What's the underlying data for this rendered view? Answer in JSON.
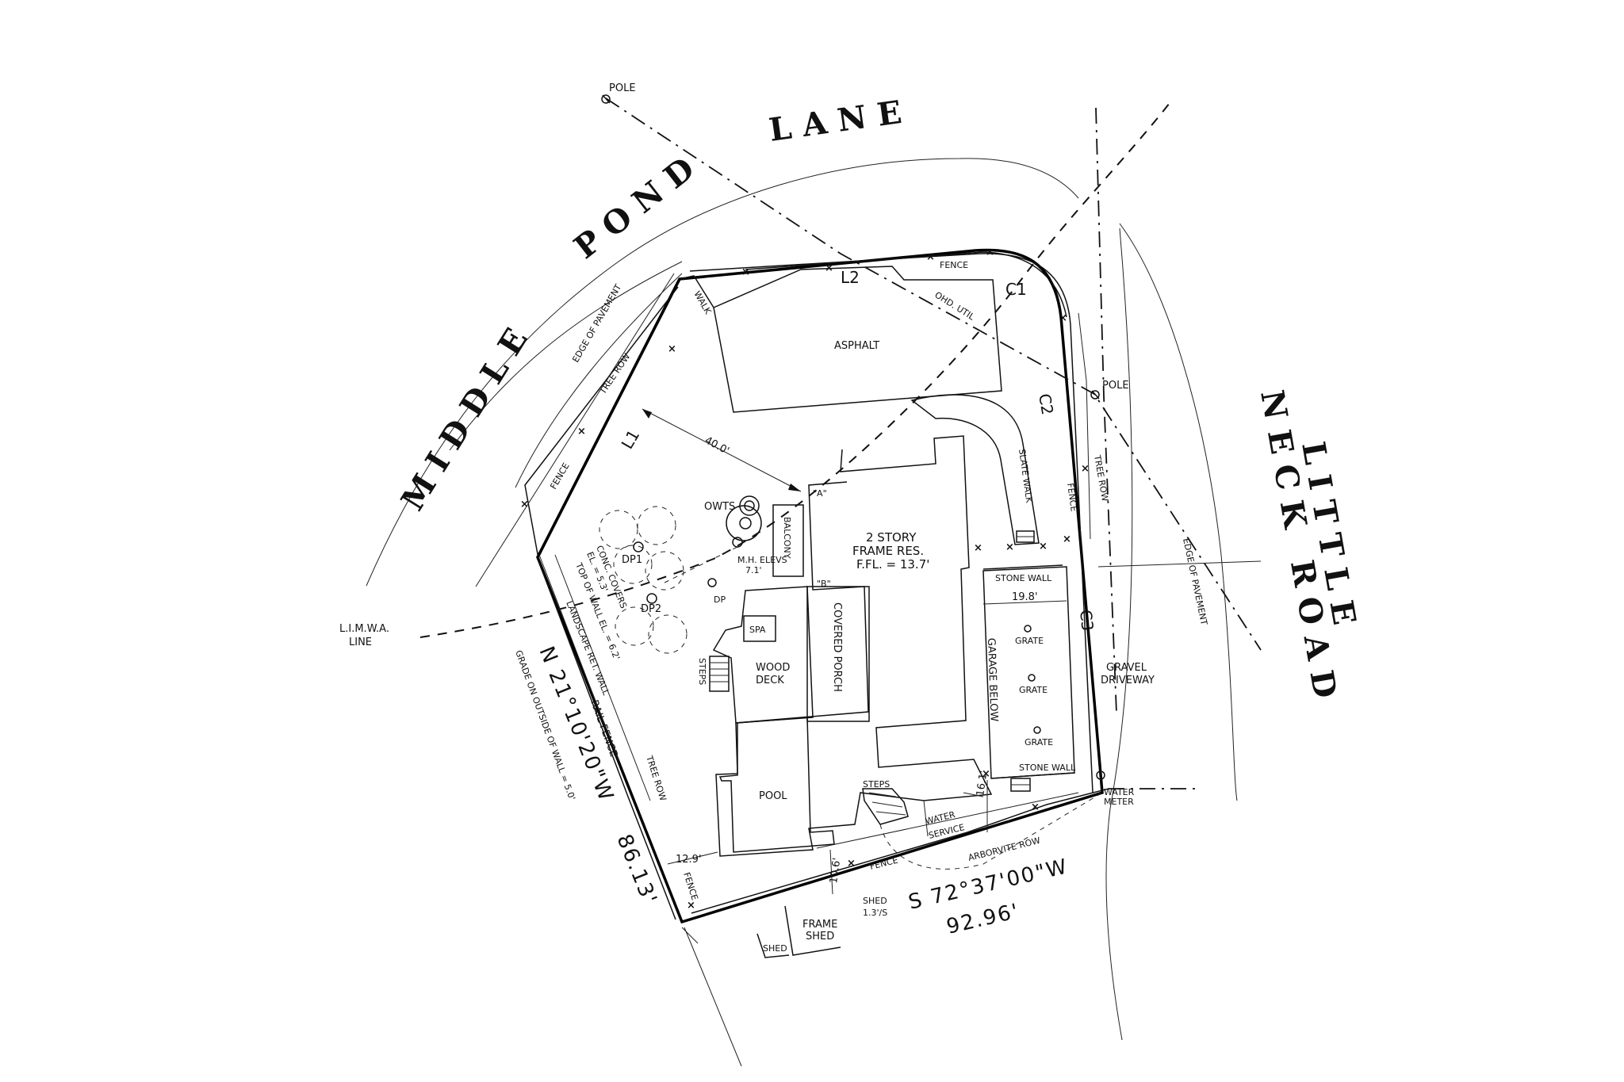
{
  "roads": {
    "middle_pond_1": "MIDDLE",
    "middle_pond_2": "POND",
    "middle_pond_3": "LANE",
    "little_neck_1": "LITTLE",
    "little_neck_2": "NECK ROAD"
  },
  "bearings": {
    "west_bearing": "N 21°10'20\"W",
    "west_distance": "86.13'",
    "south_bearing": "S 72°37'00\"W",
    "south_distance": "92.96'"
  },
  "course_labels": {
    "l1": "L1",
    "l2": "L2",
    "c1": "C1",
    "c2": "C2",
    "c3": "C3"
  },
  "structures": {
    "asphalt": "ASPHALT",
    "house_1": "2 STORY",
    "house_2": "FRAME RES.",
    "house_3": "F.FL. = 13.7'",
    "covered_porch": "COVERED PORCH",
    "wood_deck_1": "WOOD",
    "wood_deck_2": "DECK",
    "spa": "SPA",
    "pool": "POOL",
    "balcony": "BALCONY",
    "garage_below": "GARAGE BELOW",
    "stone_wall": "STONE WALL",
    "gravel_1": "GRAVEL",
    "gravel_2": "DRIVEWAY",
    "grate": "GRATE",
    "frame_shed_1": "FRAME",
    "frame_shed_2": "SHED",
    "shed": "SHED",
    "shed_offset_1": "SHED",
    "shed_offset_2": "1.3'/S",
    "steps": "STEPS"
  },
  "annotations": {
    "pole": "POLE",
    "edge_of_pavement": "EDGE OF PAVEMENT",
    "tree_row": "TREE ROW",
    "fence": "FENCE",
    "walk": "WALK",
    "ohd_util": "OHD. UTIL",
    "slate_walk": "SLATE WALK",
    "owts": "OWTS",
    "mh_1": "M.H. ELEVS",
    "mh_2": "7.1'",
    "dp": "DP",
    "dp1": "DP1",
    "dp2": "DP2",
    "conc_1": "CONC. COVERS",
    "conc_2": "EL. = 5.3'",
    "wall_top_1": "TOP OF WALL EL. = 6.2'",
    "wall_top_2": "LANDSCAPE RET. WALL",
    "grade_outside": "GRADE ON OUTSIDE OF WALL = 5.0'",
    "rail_fence": "RAIL FENCE",
    "limwa_1": "L.I.M.W.A.",
    "limwa_2": "LINE",
    "water_service_1": "WATER",
    "water_service_2": "SERVICE",
    "water_meter_1": "WATER",
    "water_meter_2": "METER",
    "arborvite_row": "ARBORVITE ROW",
    "b_mark": "\"B\"",
    "a_mark": "\"A\""
  },
  "dimensions": {
    "setback_40": "40.0'",
    "dim_19_8": "19.8'",
    "dim_16_1": "16.1'",
    "dim_12_9": "12.9'",
    "dim_10_6": "10.6'"
  }
}
